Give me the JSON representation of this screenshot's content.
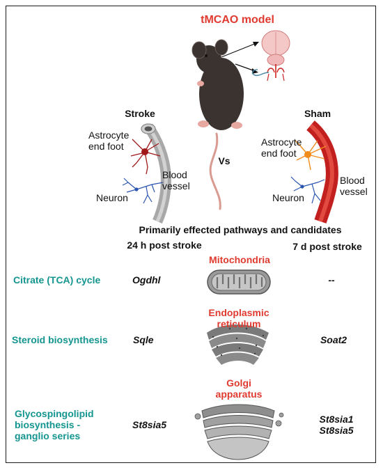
{
  "model": {
    "title": "tMCAO model"
  },
  "stroke": {
    "title": "Stroke",
    "astro_l1": "Astrocyte",
    "astro_l2": "end foot",
    "vessel_l1": "Blood",
    "vessel_l2": "vessel",
    "neuron": "Neuron"
  },
  "versus": "Vs",
  "sham": {
    "title": "Sham",
    "astro_l1": "Astrocyte",
    "astro_l2": "end foot",
    "vessel_l1": "Blood",
    "vessel_l2": "vessel",
    "neuron": "Neuron"
  },
  "pathways": {
    "heading": "Primarily effected pathways and candidates",
    "col_24h": "24 h post stroke",
    "col_7d": "7 d post stroke",
    "rows": [
      {
        "name_l1": "Citrate (TCA) cycle",
        "name_l2": "",
        "name_l3": "",
        "h24": "Ogdhl",
        "organelle_l1": "Mitochondria",
        "organelle_l2": "",
        "d7_l1": "--",
        "d7_l2": ""
      },
      {
        "name_l1": "Steroid biosynthesis",
        "name_l2": "",
        "name_l3": "",
        "h24": "Sqle",
        "organelle_l1": "Endoplasmic",
        "organelle_l2": "reticulum",
        "d7_l1": "Soat2",
        "d7_l2": ""
      },
      {
        "name_l1": "Glycospingolipid",
        "name_l2": "biosynthesis -",
        "name_l3": "ganglio series",
        "h24": "St8sia5",
        "organelle_l1": "Golgi",
        "organelle_l2": "apparatus",
        "d7_l1": "St8sia1",
        "d7_l2": "St8sia5"
      }
    ]
  },
  "colors": {
    "title_red": "#e03a2f",
    "pathway_teal": "#14958f",
    "stroke_vessel": "#a8a8a8",
    "sham_vessel": "#c21f1f",
    "astro_stroke": "#a01818",
    "astro_sham": "#f08c1a",
    "neuron_blue": "#2a55b0"
  }
}
